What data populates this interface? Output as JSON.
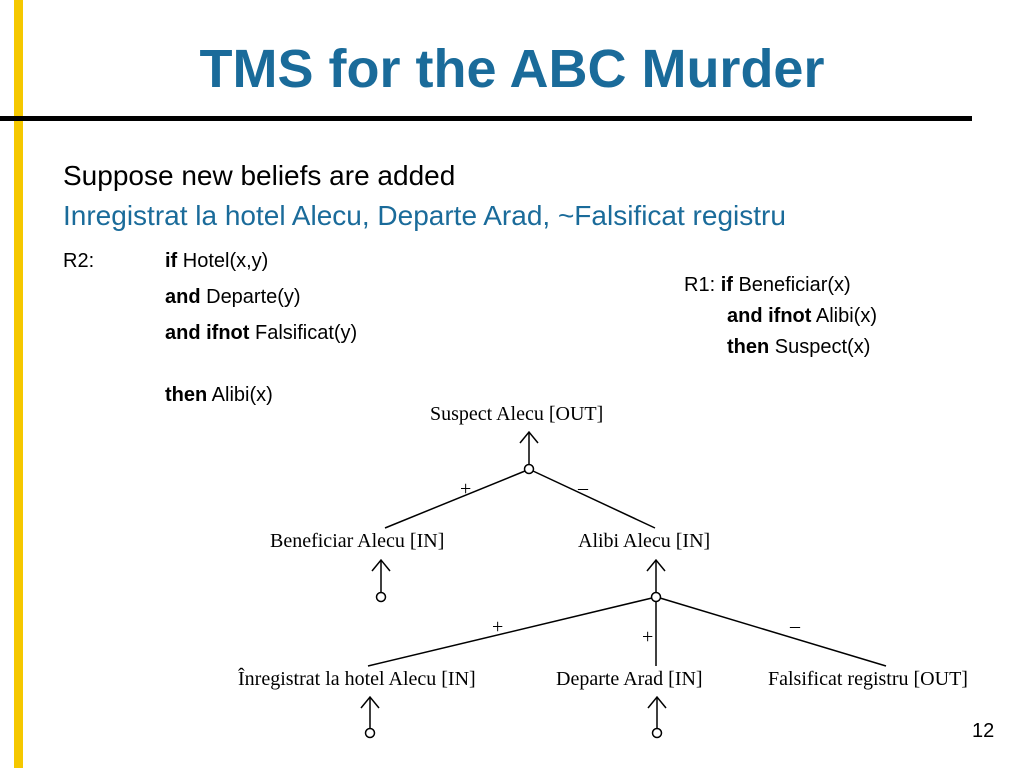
{
  "slide": {
    "title": "TMS for the ABC Murder",
    "intro_line1": "Suppose new beliefs are added",
    "intro_line2": "Inregistrat la hotel Alecu, Departe Arad, ~Falsificat registru",
    "page_number": "12",
    "accent_color": "#1a6b9a",
    "bar_color": "#f5c800"
  },
  "r2": {
    "label": "R2:",
    "kw_if": "if",
    "cond1": " Hotel(x,y)",
    "kw_and": "and",
    "cond2": " Departe(y)",
    "kw_and_ifnot": "and ifnot",
    "cond3": " Falsificat(y)",
    "kw_then": "then",
    "concl": " Alibi(x)"
  },
  "r1": {
    "label": "R1: ",
    "kw_if": "if",
    "cond1": " Beneficiar(x)",
    "kw_and_ifnot": "and ifnot",
    "cond2": " Alibi(x)",
    "kw_then": "then",
    "concl": " Suspect(x)"
  },
  "diagram": {
    "suspect": "Suspect Alecu  [OUT]",
    "beneficiar": "Beneficiar Alecu  [IN]",
    "alibi": "Alibi Alecu  [IN]",
    "inregistrat": "Înregistrat la hotel Alecu  [IN]",
    "departe": "Departe Arad  [IN]",
    "falsificat": "Falsificat registru [OUT]",
    "plus_sign": "+",
    "minus_sign": "–"
  }
}
